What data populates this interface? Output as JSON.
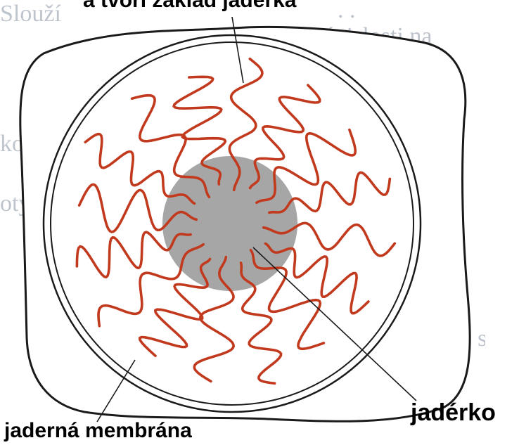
{
  "labels": {
    "top": "a tvoří základ jadérka",
    "nucleolus": "jadérko",
    "membrane": "jaderná membrána"
  },
  "colors": {
    "chromosome": "#c23a1e",
    "nucleolus": "#a6a6a6",
    "background_text": "#8a94a3",
    "outline": "#1a1a1a"
  }
}
